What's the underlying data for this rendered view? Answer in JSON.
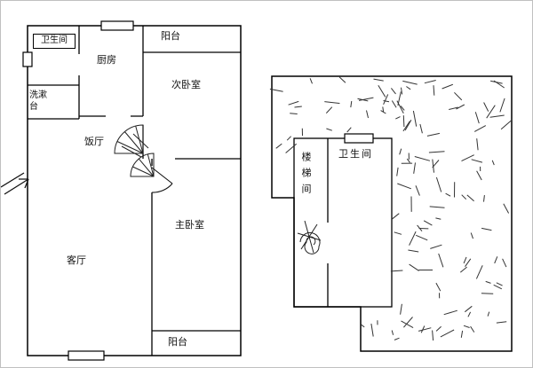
{
  "left_plan": {
    "labels": {
      "bathroom": "卫生间",
      "kitchen": "厨房",
      "balcony_top": "阳台",
      "second_bedroom": "次卧室",
      "washstand": "洗漱台",
      "dining_room": "饭厅",
      "master_bedroom": "主卧室",
      "living_room": "客厅",
      "balcony_bottom": "阳台"
    }
  },
  "right_plan": {
    "labels": {
      "stairwell": "楼梯间",
      "bathroom": "卫生间"
    }
  },
  "colors": {
    "line": "#000000",
    "scribble": "#333333",
    "background": "#ffffff",
    "frame": "#c0c0c0"
  }
}
